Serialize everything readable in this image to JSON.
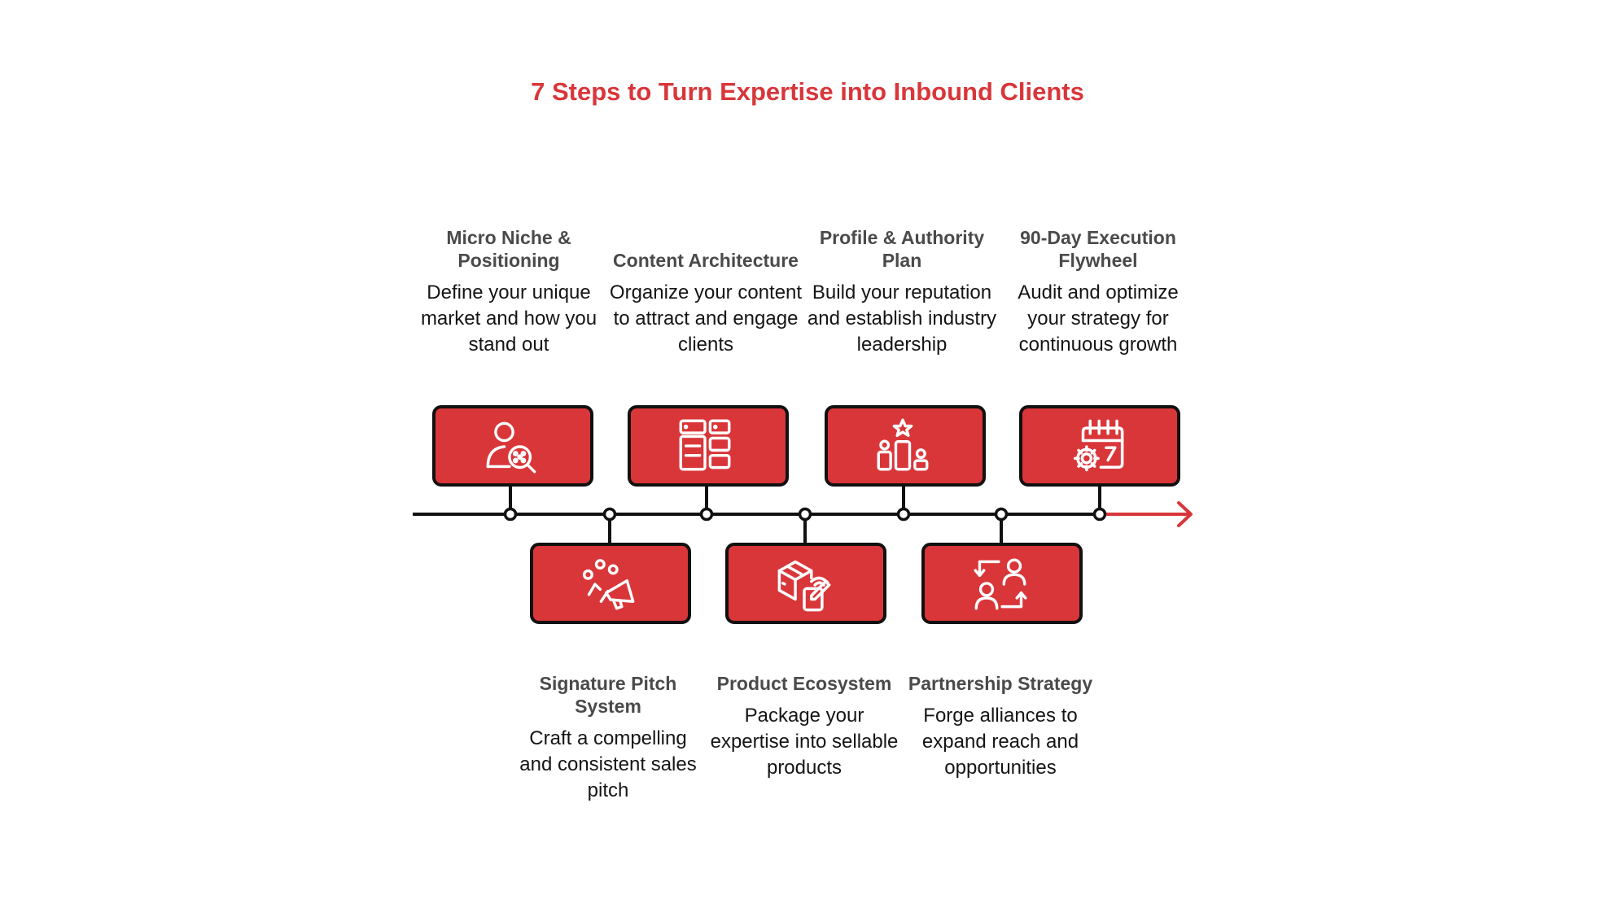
{
  "title": "7 Steps to Turn Expertise into Inbound Clients",
  "colors": {
    "accent": "#d9363a",
    "line": "#111111",
    "title_text": "#4a4a4a"
  },
  "steps": [
    {
      "title": "Micro Niche & Positioning",
      "description": "Define your unique market and how you stand out",
      "icon": "user-search-icon",
      "side": "top"
    },
    {
      "title": "Signature Pitch System",
      "description": "Craft a compelling and consistent sales pitch",
      "icon": "megaphone-icon",
      "side": "bottom"
    },
    {
      "title": "Content Architecture",
      "description": "Organize your content to attract and engage clients",
      "icon": "layout-grid-icon",
      "side": "top"
    },
    {
      "title": "Product Ecosystem",
      "description": "Package your expertise into sellable products",
      "icon": "package-edit-icon",
      "side": "bottom"
    },
    {
      "title": "Profile & Authority Plan",
      "description": "Build your reputation and establish industry leadership",
      "icon": "podium-star-icon",
      "side": "top"
    },
    {
      "title": "Partnership Strategy",
      "description": "Forge alliances to expand reach and opportunities",
      "icon": "partner-exchange-icon",
      "side": "bottom"
    },
    {
      "title": "90-Day Execution Flywheel",
      "description": "Audit and optimize your strategy for continuous growth",
      "icon": "calendar-gear-icon",
      "side": "top"
    }
  ]
}
